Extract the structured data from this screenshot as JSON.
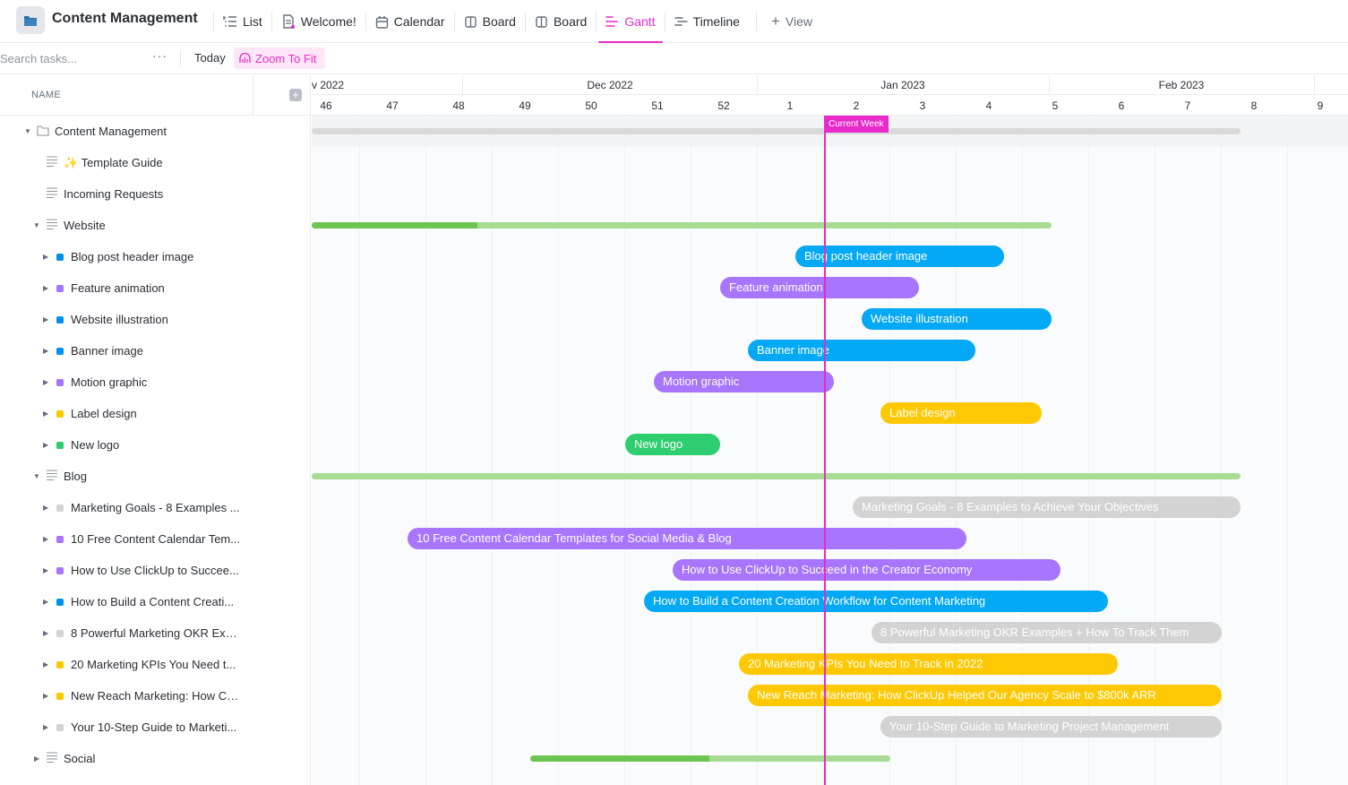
{
  "header": {
    "title": "Content Management",
    "views": [
      {
        "label": "List",
        "icon": "list-icon",
        "active": false
      },
      {
        "label": "Welcome!",
        "icon": "doc-icon",
        "active": false
      },
      {
        "label": "Calendar",
        "icon": "calendar-icon",
        "active": false
      },
      {
        "label": "Board",
        "icon": "board-icon",
        "active": false
      },
      {
        "label": "Board",
        "icon": "board-icon",
        "active": false
      },
      {
        "label": "Gantt",
        "icon": "gantt-icon",
        "active": true
      },
      {
        "label": "Timeline",
        "icon": "timeline-icon",
        "active": false
      }
    ],
    "add_view": "View"
  },
  "toolbar": {
    "search_placeholder": "Search tasks...",
    "more": "···",
    "today": "Today",
    "zoom": "Zoom To Fit"
  },
  "list": {
    "column_header": "NAME",
    "rows": [
      {
        "label": "Content Management",
        "type": "folder"
      },
      {
        "label": "✨ Template Guide",
        "type": "list"
      },
      {
        "label": "Incoming Requests",
        "type": "list"
      },
      {
        "label": "Website",
        "type": "list"
      },
      {
        "label": "Blog post header image",
        "type": "task",
        "status_color": "#0091ea"
      },
      {
        "label": "Feature animation",
        "type": "task",
        "status_color": "#a875ff"
      },
      {
        "label": "Website illustration",
        "type": "task",
        "status_color": "#0091ea"
      },
      {
        "label": "Banner image",
        "type": "task",
        "status_color": "#0091ea"
      },
      {
        "label": "Motion graphic",
        "type": "task",
        "status_color": "#a875ff"
      },
      {
        "label": "Label design",
        "type": "task",
        "status_color": "#f8c800"
      },
      {
        "label": "New logo",
        "type": "task",
        "status_color": "#2ecd6f"
      },
      {
        "label": "Blog",
        "type": "list"
      },
      {
        "label": "Marketing Goals - 8 Examples ...",
        "type": "task",
        "status_color": "#d3d3d3"
      },
      {
        "label": "10 Free Content Calendar Tem...",
        "type": "task",
        "status_color": "#a875ff"
      },
      {
        "label": "How to Use ClickUp to Succee...",
        "type": "task",
        "status_color": "#a875ff"
      },
      {
        "label": "How to Build a Content Creati...",
        "type": "task",
        "status_color": "#0091ea"
      },
      {
        "label": "8 Powerful Marketing OKR Exa...",
        "type": "task",
        "status_color": "#d3d3d3"
      },
      {
        "label": "20 Marketing KPIs You Need t...",
        "type": "task",
        "status_color": "#f8c800"
      },
      {
        "label": "New Reach Marketing: How Cli...",
        "type": "task",
        "status_color": "#f8c800"
      },
      {
        "label": "Your 10-Step Guide to Marketi...",
        "type": "task",
        "status_color": "#d3d3d3"
      },
      {
        "label": "Social",
        "type": "list"
      }
    ]
  },
  "gantt": {
    "months": [
      "v 2022",
      "Dec 2022",
      "Jan 2023",
      "Feb 2023"
    ],
    "weeks": [
      "46",
      "47",
      "48",
      "49",
      "50",
      "51",
      "52",
      "1",
      "2",
      "3",
      "4",
      "5",
      "6",
      "7",
      "8",
      "9"
    ],
    "current_week_label": "Current Week",
    "colors": {
      "blue": "#03a9f4",
      "purple": "#a875ff",
      "yellow": "#ffc800",
      "green": "#2ecd6f",
      "gray": "#d3d3d3",
      "accent": "#e82ac9"
    },
    "bars": [
      {
        "label": "Blog post header image",
        "color": "#03a9f4"
      },
      {
        "label": "Feature animation",
        "color": "#a875ff"
      },
      {
        "label": "Website illustration",
        "color": "#03a9f4"
      },
      {
        "label": "Banner image",
        "color": "#03a9f4"
      },
      {
        "label": "Motion graphic",
        "color": "#a875ff"
      },
      {
        "label": "Label design",
        "color": "#ffc800"
      },
      {
        "label": "New logo",
        "color": "#2ecd6f"
      },
      {
        "label": "Marketing Goals - 8 Examples to Achieve Your Objectives",
        "color": "#d3d3d3"
      },
      {
        "label": "10 Free Content Calendar Templates for Social Media & Blog",
        "color": "#a875ff"
      },
      {
        "label": "How to Use ClickUp to Succeed in the Creator Economy",
        "color": "#a875ff"
      },
      {
        "label": "How to Build a Content Creation Workflow for Content Marketing",
        "color": "#03a9f4"
      },
      {
        "label": "8 Powerful Marketing OKR Examples + How To Track Them",
        "color": "#d3d3d3"
      },
      {
        "label": "20 Marketing KPIs You Need to Track in 2022",
        "color": "#ffc800"
      },
      {
        "label": "New Reach Marketing: How ClickUp Helped Our Agency Scale to $800k ARR",
        "color": "#ffc800"
      },
      {
        "label": "Your 10-Step Guide to Marketing Project Management",
        "color": "#d3d3d3"
      }
    ]
  }
}
